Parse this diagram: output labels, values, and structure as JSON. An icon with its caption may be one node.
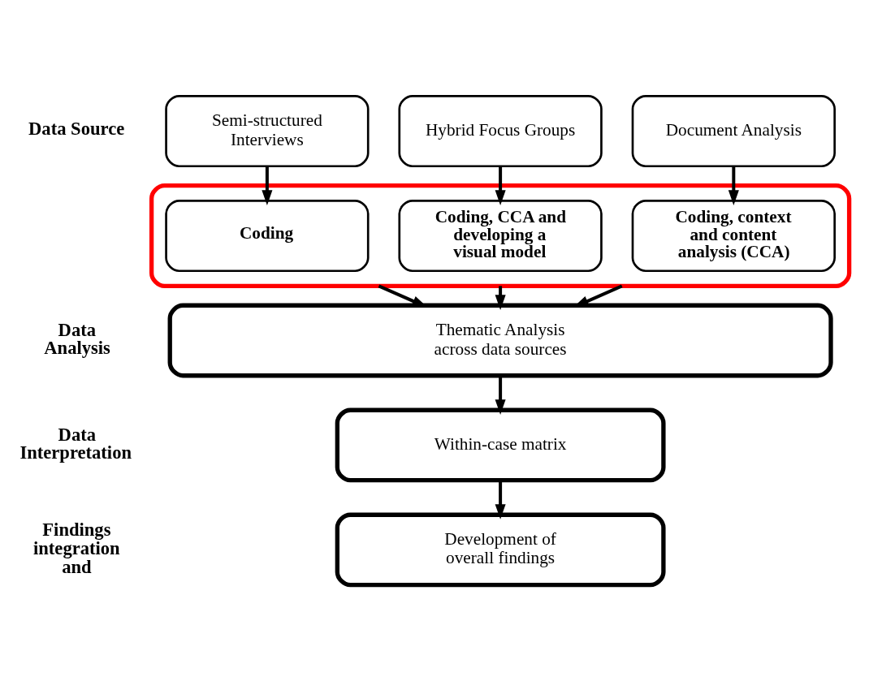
{
  "diagram": {
    "nodes": [
      {
        "text": [
          "Semi-structured Interviews"
        ]
      },
      {
        "text": [
          "Hybrid Focus Groups"
        ]
      },
      {
        "text": [
          "Document Analysis"
        ]
      },
      {
        "text": [],
        "shape": "box"
      },
      {
        "text": [
          "Coding"
        ],
        "in": 3
      },
      {
        "text": [
          "Coding, CCA and developing a visual model"
        ],
        "in": 3
      },
      {
        "text": [
          "Coding, context and content analysis (CCA)"
        ],
        "in": 3
      },
      {
        "text": [
          "Thematic Analysis across data sources"
        ]
      },
      {
        "text": [
          "Within-case matrix"
        ]
      },
      {
        "text": [
          "Development of overall findings"
        ]
      }
    ],
    "edges": [
      {
        "from": 0,
        "to": 4,
        "arrow": "to"
      },
      {
        "from": 1,
        "to": 5,
        "arrow": "to"
      },
      {
        "from": 2,
        "to": 6,
        "arrow": "to"
      },
      {
        "from": 4,
        "to": 7,
        "arrow": "to"
      },
      {
        "from": 5,
        "to": 7,
        "arrow": "to"
      },
      {
        "from": 6,
        "to": 7,
        "arrow": "to"
      },
      {
        "from": 7,
        "to": 8,
        "arrow": "to"
      },
      {
        "from": 8,
        "to": 9,
        "arrow": "to"
      }
    ],
    "labels": [
      "Data Source",
      "Data Analysis",
      "Data Interpretation",
      "Findings integration and"
    ]
  }
}
